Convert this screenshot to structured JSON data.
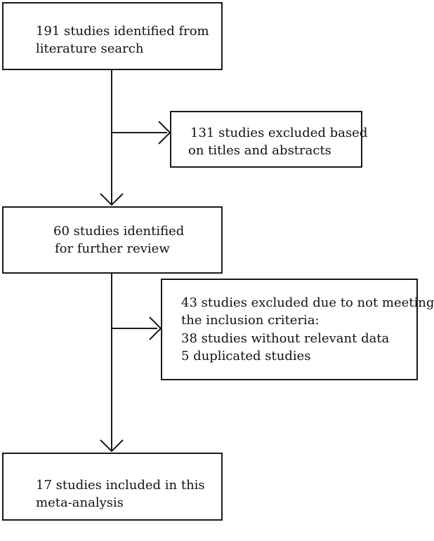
{
  "boxes": {
    "identified": {
      "line1": "191 studies identified from",
      "line2": "literature search"
    },
    "excluded_titles": {
      "line1": "131 studies excluded based",
      "line2": "on titles and abstracts"
    },
    "further_review": {
      "line1": "60 studies identified",
      "line2": "for further review"
    },
    "excluded_criteria": {
      "line1": "43 studies excluded due to not meeting",
      "line2": "the inclusion criteria:",
      "line3": "38 studies without relevant data",
      "line4": "5 duplicated studies"
    },
    "included": {
      "line1": "17 studies included in this",
      "line2": "meta-analysis"
    }
  }
}
